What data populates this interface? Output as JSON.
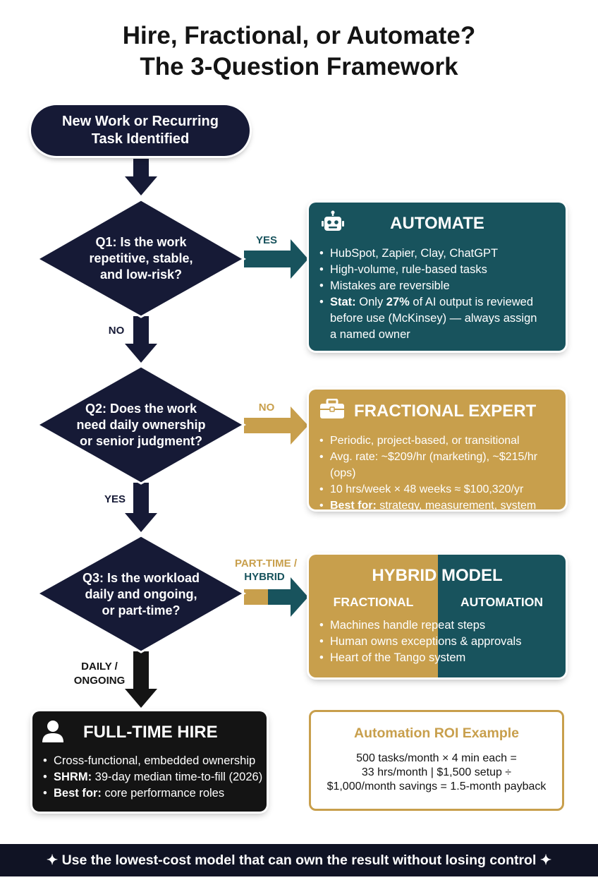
{
  "title": {
    "line1": "Hire, Fractional, or Automate?",
    "line2": "The 3-Question Framework"
  },
  "start_node": {
    "line1": "New Work or Recurring",
    "line2": "Task Identified"
  },
  "questions": [
    {
      "lines": [
        "Q1: Is the work",
        "repetitive, stable,",
        "and low-risk?"
      ]
    },
    {
      "lines": [
        "Q2: Does the work",
        "need daily ownership",
        "or senior judgment?"
      ]
    },
    {
      "lines": [
        "Q3: Is the workload",
        "daily and ongoing,",
        "or part-time?"
      ]
    }
  ],
  "edge_labels": {
    "q1_yes": "YES",
    "q1_no": "NO",
    "q2_no": "NO",
    "q2_yes": "YES",
    "q3_part_time": "PART-TIME /",
    "q3_hybrid": "HYBRID",
    "q3_daily": "DAILY /",
    "q3_ongoing": "ONGOING"
  },
  "automate_card": {
    "icon": "robot-icon",
    "title": "AUTOMATE",
    "items": [
      "HubSpot, Zapier, Clay, ChatGPT",
      "High-volume, rule-based tasks",
      "Mistakes are reversible"
    ],
    "stat": {
      "label": "Stat:",
      "pre": "Only",
      "value": "27%",
      "line1_post": "of AI output is reviewed",
      "line2": "before use (McKinsey) — always assign",
      "line3": "a named owner"
    }
  },
  "fractional_card": {
    "icon": "briefcase-icon",
    "title": "FRACTIONAL EXPERT",
    "items": [
      "Periodic, project-based, or transitional",
      "Avg. rate: ~$209/hr (marketing), ~$215/hr (ops)",
      "10 hrs/week × 48 weeks ≈ $100,320/yr"
    ],
    "best_for": {
      "label": "Best for:",
      "text": "strategy, measurement, system design"
    }
  },
  "hybrid_card": {
    "title": "HYBRID MODEL",
    "left_label": "FRACTIONAL",
    "right_label": "AUTOMATION",
    "items": [
      "Machines handle repeat steps",
      "Human owns exceptions & approvals",
      "Heart of the Tango system"
    ]
  },
  "fulltime_card": {
    "icon": "person-icon",
    "title": "FULL-TIME HIRE",
    "items": [
      {
        "label": "",
        "text": "Cross-functional, embedded ownership"
      },
      {
        "label": "SHRM:",
        "text": "39-day median time-to-fill (2026)"
      },
      {
        "label": "Best for:",
        "text": "core performance roles"
      }
    ]
  },
  "roi_box": {
    "title": "Automation ROI Example",
    "lines": [
      "500 tasks/month × 4 min each =",
      "33 hrs/month | $1,500 setup ÷",
      "$1,000/month savings = 1.5-month payback"
    ]
  },
  "footer": {
    "left_icon": "sparkle-icon",
    "text": "Use the lowest-cost model that can own the result without losing control",
    "right_icon": "sparkle-icon"
  },
  "colors": {
    "navy": "#161a36",
    "teal": "#18535d",
    "gold": "#c89f4c",
    "black": "#141414",
    "white": "#ffffff"
  }
}
